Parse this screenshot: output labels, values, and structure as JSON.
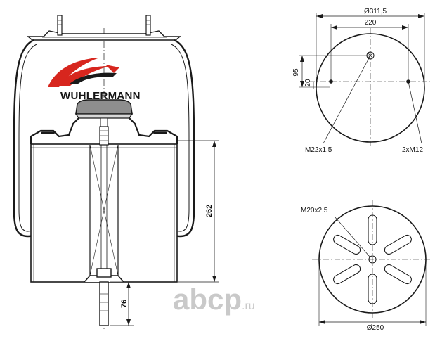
{
  "brand": {
    "name": "WUHLERMANN",
    "colors": {
      "red": "#d7261e",
      "dark": "#1a1a1a"
    }
  },
  "side_view": {
    "height_label": "262",
    "stud_label": "76"
  },
  "top_view": {
    "diameter_label": "Ø311,5",
    "spacing_label": "220",
    "offset_large_label": "95",
    "offset_small_label": "20",
    "thread_center_label": "M22x1,5",
    "thread_side_label": "2xM12"
  },
  "bottom_view": {
    "diameter_label": "Ø250",
    "thread_label": "M20x2,5"
  },
  "watermark": {
    "main": "abcp",
    "suffix": ".ru"
  }
}
